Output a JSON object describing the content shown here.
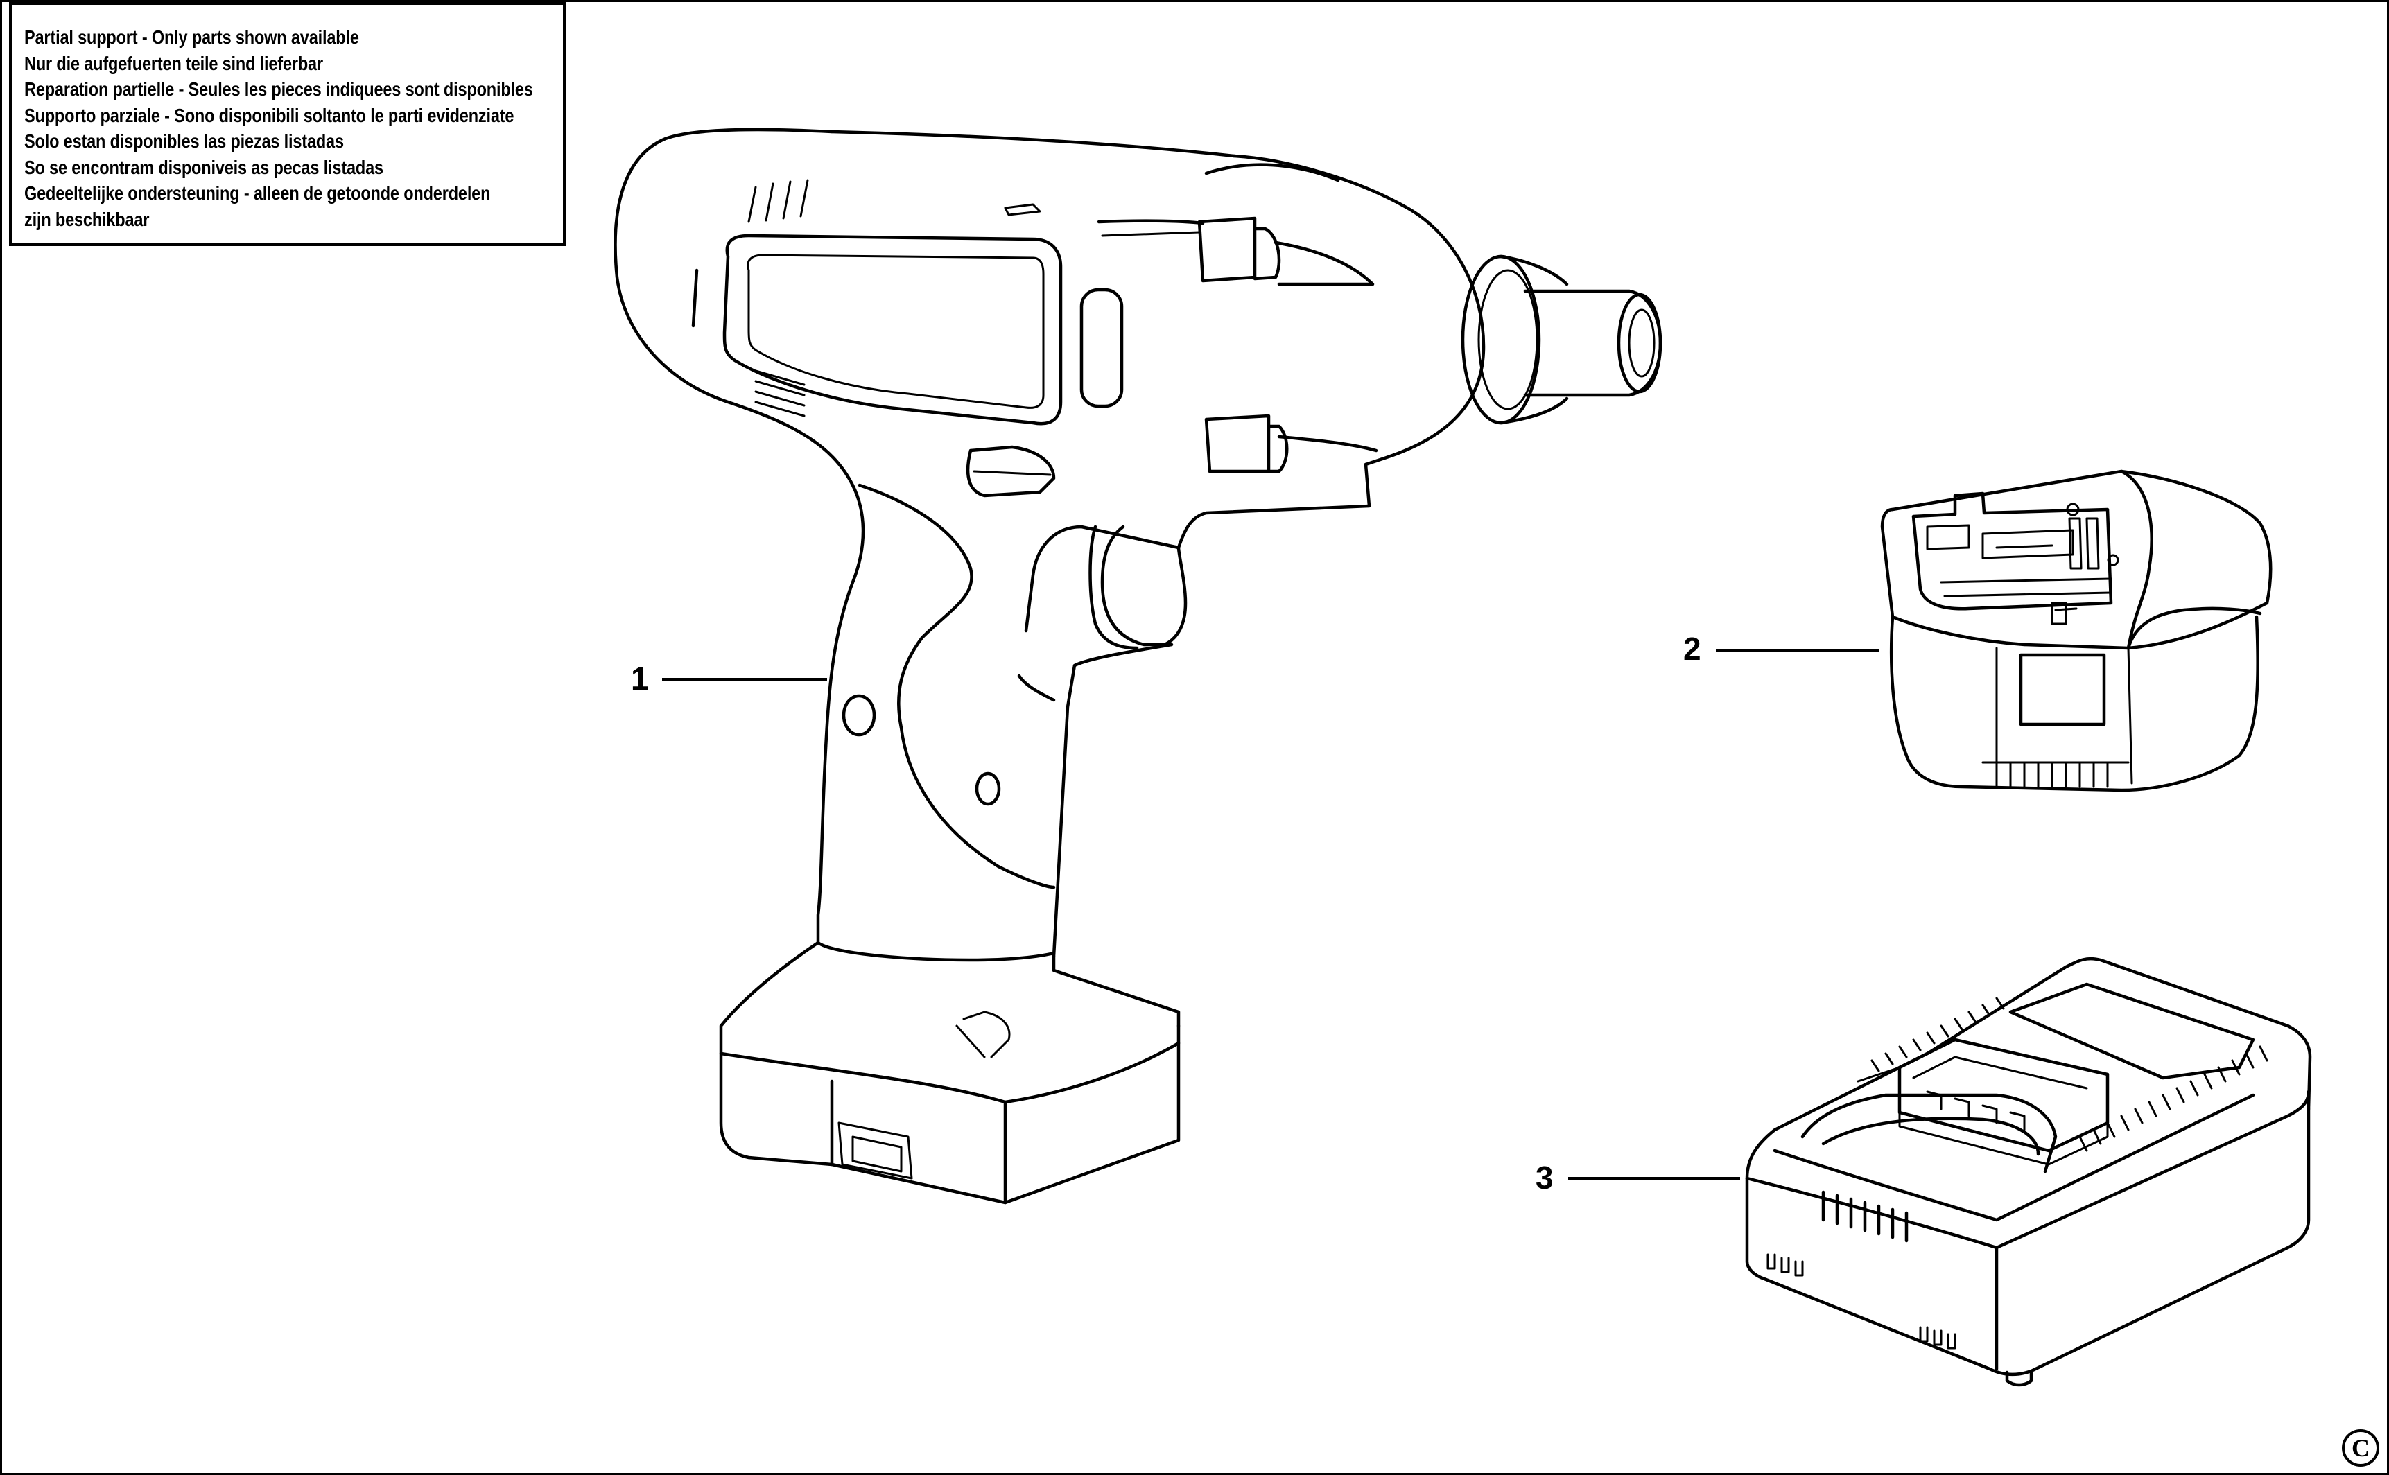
{
  "notice": {
    "lines": [
      "Partial support - Only parts shown available",
      "Nur die aufgefuerten teile sind lieferbar",
      "Reparation partielle - Seules les pieces indiquees sont disponibles",
      "Supporto parziale - Sono disponibili soltanto le parti evidenziate",
      "Solo estan disponibles las piezas listadas",
      "So se encontram disponiveis as pecas listadas",
      "Gedeeltelijke ondersteuning - alleen de getoonde onderdelen",
      "zijn beschikbaar"
    ]
  },
  "callouts": {
    "drill": "1",
    "battery": "2",
    "charger": "3"
  },
  "copyright": "C",
  "parts": {
    "drill_icon": "impact-driver-icon",
    "battery_icon": "battery-pack-icon",
    "charger_icon": "charger-icon"
  }
}
